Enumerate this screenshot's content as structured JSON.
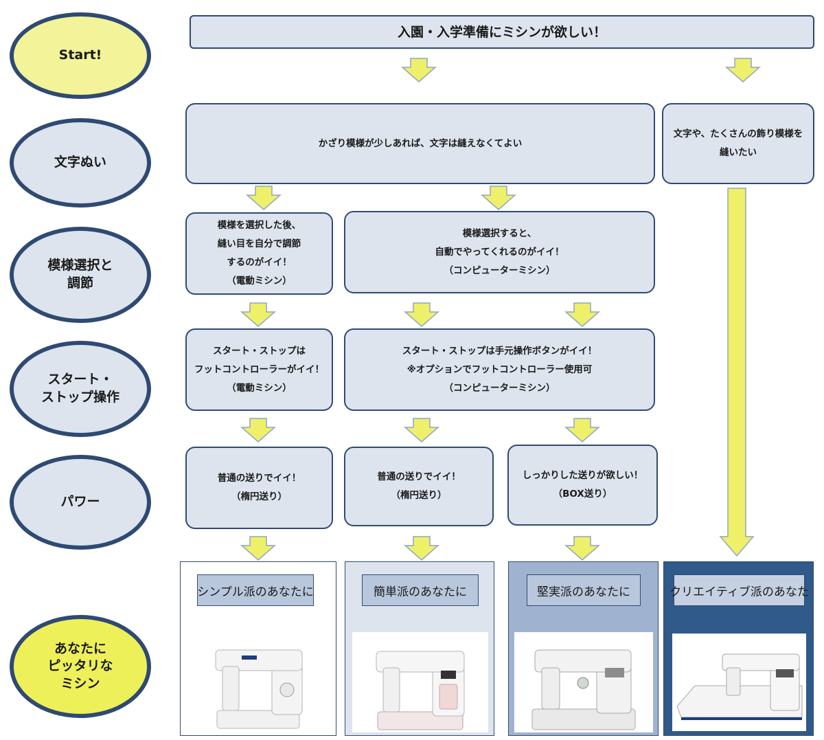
{
  "stages": {
    "start": "Start!",
    "moji": "文字ぬい",
    "pattern": "模様選択と\n調節",
    "startstop": "スタート・\nストップ操作",
    "power": "パワー",
    "result": "あなたに\nピッタリな\nミシン"
  },
  "top_banner": "入園・入学準備にミシンが欲しい！",
  "moji_boxes": {
    "simple": "かざり模様が少しあれば、文字は縫えなくてよい",
    "creative": "文字や、たくさんの飾り模様を\n縫いたい"
  },
  "pattern_boxes": {
    "electric": "模様を選択した後、\n縫い目を自分で調節\nするのがイイ！\n（電動ミシン）",
    "computer": "模様選択すると、\n自動でやってくれるのがイイ！\n（コンピューターミシン）"
  },
  "startstop_boxes": {
    "electric": "スタート・ストップは\nフットコントローラーがイイ！\n（電動ミシン）",
    "computer": "スタート・ストップは手元操作ボタンがイイ！\n※オプションでフットコントローラー使用可\n（コンピューターミシン）"
  },
  "power_boxes": {
    "a": "普通の送りでイイ！\n（楕円送り）",
    "b": "普通の送りでイイ！\n（楕円送り）",
    "c": "しっかりした送りが欲しい！\n（BOX送り）"
  },
  "results": [
    {
      "label": "シンプル派のあなたに",
      "panel_color": "#ffffff",
      "tag_color": "#b8c7dc"
    },
    {
      "label": "簡単派のあなたに",
      "panel_color": "#dde4ee",
      "tag_color": "#b8c7dc"
    },
    {
      "label": "堅実派のあなたに",
      "panel_color": "#9fb3d1",
      "tag_color": "#b8c7dc"
    },
    {
      "label": "クリエイティブ派のあなた",
      "panel_color": "#2f5a8a",
      "tag_color": "#c5d1e3"
    }
  ],
  "colors": {
    "navy": "#2f4a72",
    "box_fill": "#dde4ee",
    "arrow_fill": "#eef06a",
    "arrow_stroke": "#8fa6c4"
  }
}
